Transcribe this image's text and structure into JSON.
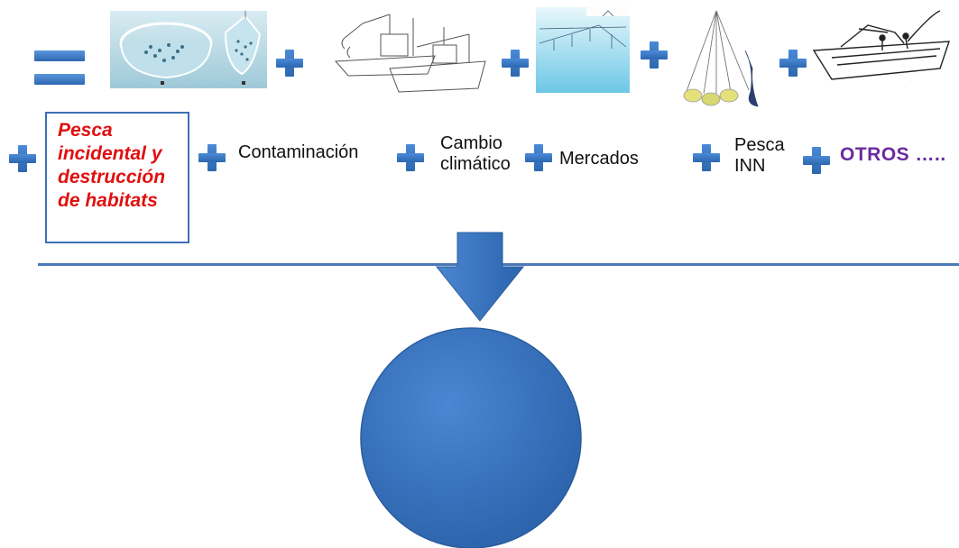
{
  "diagram": {
    "items": [
      {
        "label": "Pesca incidental y destrucción de habitats",
        "color": "#e01010"
      },
      {
        "label": "Contaminación"
      },
      {
        "label": "Cambio climático"
      },
      {
        "label": "Mercados"
      },
      {
        "label": "Pesca INN"
      },
      {
        "label": "OTROS …..",
        "color": "#6a2aa0"
      }
    ],
    "red_lines": [
      "Pesca",
      "incidental y",
      "destrucción",
      "de habitats"
    ],
    "cambio_lines": [
      "Cambio",
      "climático"
    ],
    "pesca_inn_lines": [
      "Pesca",
      "INN"
    ],
    "accent_color": "#3a76c4",
    "icons": [
      "equals-icon",
      "plus-icon",
      "down-arrow",
      "circle"
    ]
  }
}
